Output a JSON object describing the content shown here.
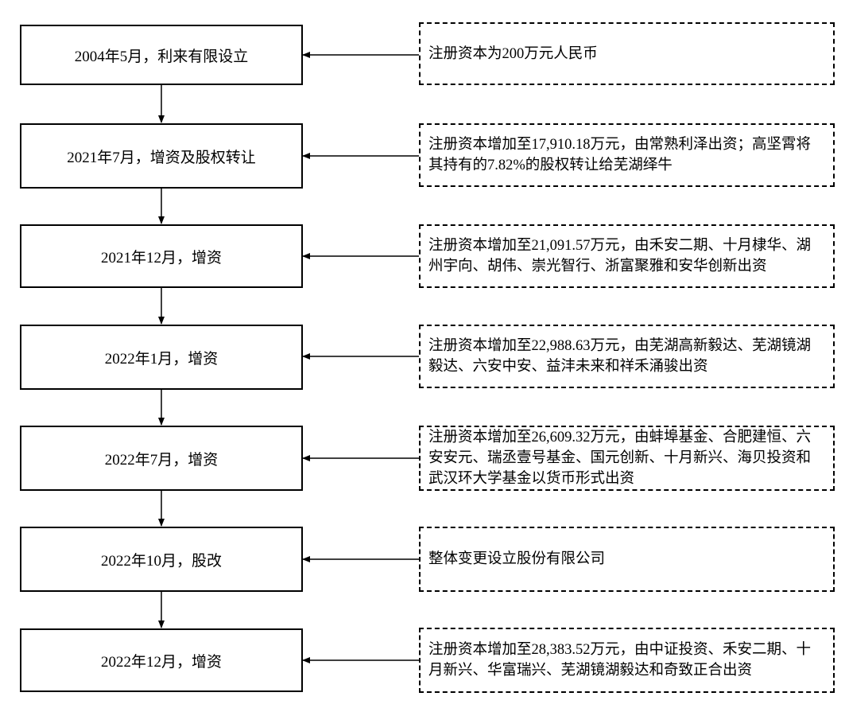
{
  "stages": [
    {
      "label": "2004年5月，利来有限设立",
      "note": "注册资本为200万元人民币"
    },
    {
      "label": "2021年7月，增资及股权转让",
      "note": "注册资本增加至17,910.18万元，由常熟利泽出资；高坚霄将其持有的7.82%的股权转让给芜湖绎牛"
    },
    {
      "label": "2021年12月，增资",
      "note": "注册资本增加至21,091.57万元，由禾安二期、十月棣华、湖州宇向、胡伟、崇光智行、浙富聚雅和安华创新出资"
    },
    {
      "label": "2022年1月，增资",
      "note": "注册资本增加至22,988.63万元，由芜湖高新毅达、芜湖镜湖毅达、六安中安、益沣未来和祥禾涌骏出资"
    },
    {
      "label": "2022年7月，增资",
      "note": "注册资本增加至26,609.32万元，由蚌埠基金、合肥建恒、六安安元、瑞丞壹号基金、国元创新、十月新兴、海贝投资和武汉环大学基金以货币形式出资"
    },
    {
      "label": "2022年10月，股改",
      "note": "整体变更设立股份有限公司"
    },
    {
      "label": "2022年12月，增资",
      "note": "注册资本增加至28,383.52万元，由中证投资、禾安二期、十月新兴、华富瑞兴、芜湖镜湖毅达和奇致正合出资"
    }
  ]
}
